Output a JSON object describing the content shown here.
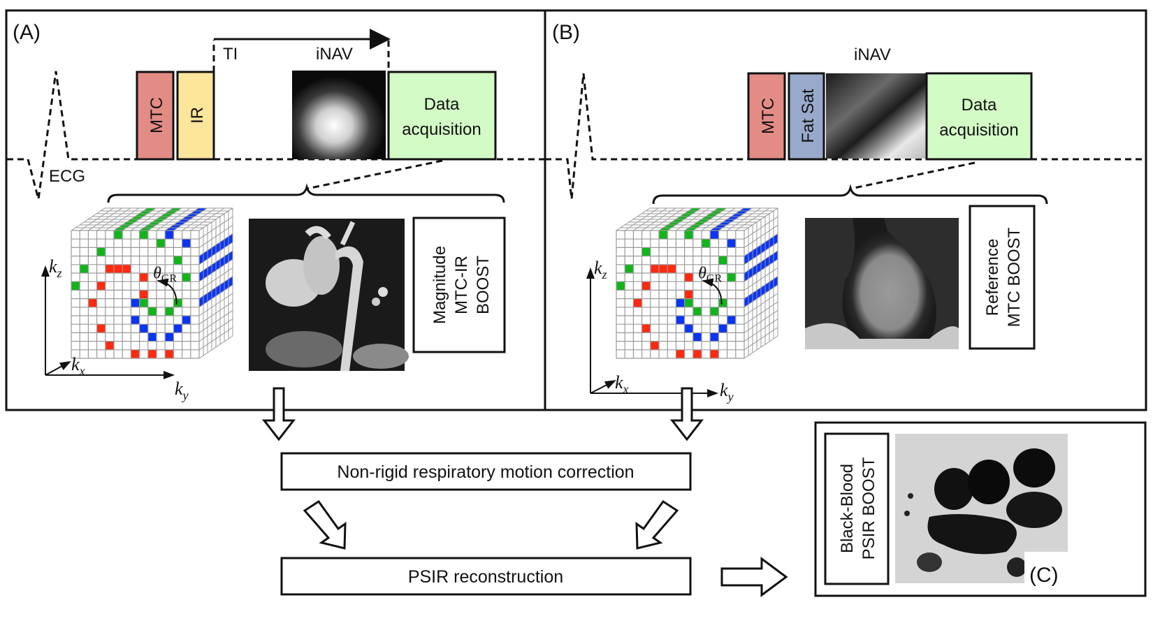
{
  "colors": {
    "mtc": "#e38b85",
    "ir": "#fde59c",
    "fatsat": "#98a9cb",
    "data_acq": "#d3fbc6",
    "grid_red": "#ff2a10",
    "grid_green": "#11b51a",
    "grid_blue": "#0a35f5",
    "grid_line": "#9a9a9a"
  },
  "panel_a": {
    "label": "(A)",
    "ecg_label": "ECG",
    "ti_label": "TI",
    "inav_label": "iNAV",
    "mtc_label": "MTC",
    "ir_label": "IR",
    "data_acq_line1": "Data",
    "data_acq_line2": "acquisition",
    "image_alt": "Magnitude MTC-IR BOOST coronal MIP image",
    "result_box_lines": [
      "Magnitude",
      "MTC-IR",
      "BOOST"
    ],
    "kspace": {
      "kz": "k",
      "kz_sub": "z",
      "kx": "k",
      "kx_sub": "x",
      "ky": "k",
      "ky_sub": "y",
      "theta": "θ",
      "theta_sub": "GR"
    }
  },
  "panel_b": {
    "label": "(B)",
    "inav_label": "iNAV",
    "mtc_label": "MTC",
    "fatsat_label": "Fat Sat",
    "data_acq_line1": "Data",
    "data_acq_line2": "acquisition",
    "image_alt": "Reference MTC BOOST coronal image",
    "result_box_lines": [
      "Reference",
      "MTC BOOST"
    ],
    "kspace": {
      "kz": "k",
      "kz_sub": "z",
      "kx": "k",
      "kx_sub": "x",
      "ky": "k",
      "ky_sub": "y",
      "theta": "θ",
      "theta_sub": "GR"
    }
  },
  "pipeline": {
    "motion_correction": "Non-rigid respiratory motion correction",
    "psir_reconstruction": "PSIR reconstruction"
  },
  "panel_c": {
    "label": "(C)",
    "result_box_lines": [
      "Black-Blood",
      "PSIR BOOST"
    ],
    "image_alt": "Black-Blood PSIR BOOST image"
  }
}
